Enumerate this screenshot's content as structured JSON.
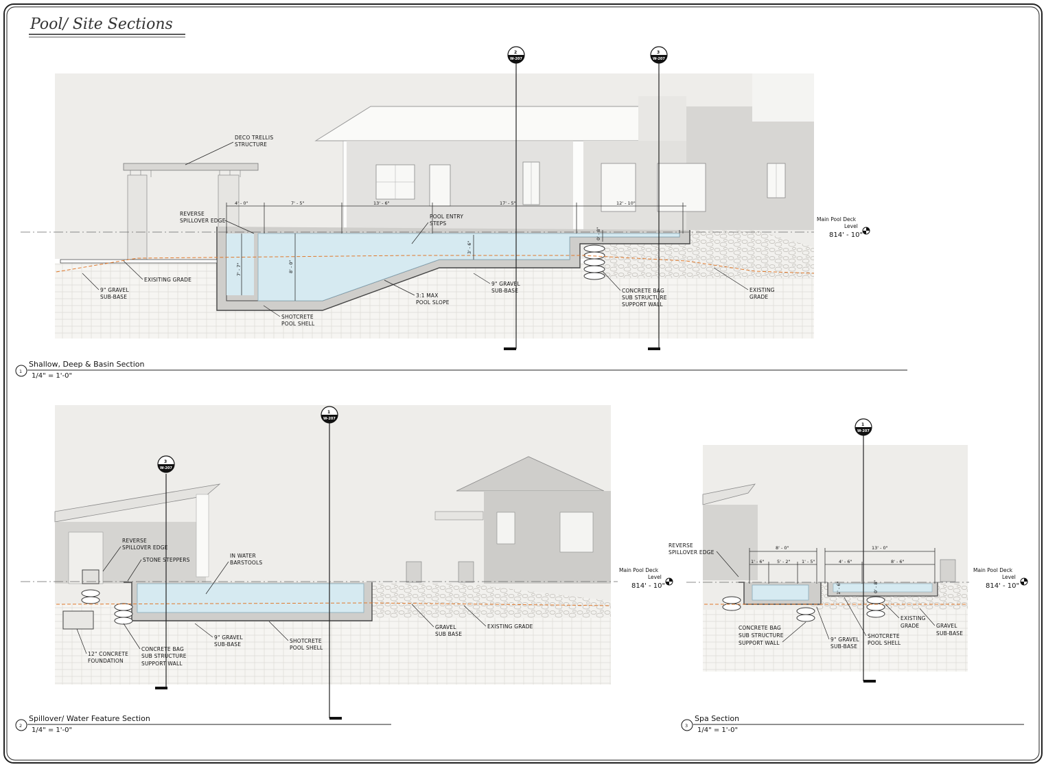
{
  "sheet_title": "Pool/ Site Sections",
  "sections": [
    {
      "number": "1",
      "title": "Shallow, Deep & Basin Section",
      "scale": "1/4\" = 1'-0\"",
      "labels": {
        "deco_trellis_1": "DECO TRELLIS",
        "deco_trellis_2": "STRUCTURE",
        "reverse_1": "REVERSE",
        "reverse_2": "SPILLOVER EDGE",
        "pool_entry_1": "POOL ENTRY",
        "pool_entry_2": "STEPS",
        "existing_grade": "EXISITING GRADE",
        "gravel_1": "9\" GRAVEL",
        "gravel_2": "SUB-BASE",
        "shotcrete_1": "SHOTCRETE",
        "shotcrete_2": "POOL SHELL",
        "slope_1": "3:1 MAX",
        "slope_2": "POOL SLOPE",
        "gravel_b1": "9\" GRAVEL",
        "gravel_b2": "SUB-BASE",
        "bag_1": "CONCRETE BAG",
        "bag_2": "SUB STRUCTURE",
        "bag_3": "SUPPORT WALL",
        "exgrade_1": "EXISTING",
        "exgrade_2": "GRADE"
      },
      "dimensions": {
        "d1": "4' - 0\"",
        "d2": "7' - 5\"",
        "d3": "13' - 6\"",
        "d4": "17' - 5\"",
        "d5": "12' - 10\"",
        "v1": "8' - 0\"",
        "v2": "7' - 7\"",
        "v3": "3' - 6\"",
        "v4": "0' - 8\""
      },
      "level": {
        "line1": "Main Pool Deck",
        "line2": "Level",
        "value": "814' - 10\""
      },
      "markers": [
        {
          "top": "2",
          "bottom": "W-207"
        },
        {
          "top": "3",
          "bottom": "W-207"
        }
      ]
    },
    {
      "number": "2",
      "title": "Spillover/ Water Feature Section",
      "scale": "1/4\" = 1'-0\"",
      "labels": {
        "reverse_1": "REVERSE",
        "reverse_2": "SPILLOVER EDGE",
        "stone": "STONE STEPPERS",
        "barstools_1": "IN WATER",
        "barstools_2": "BARSTOOLS",
        "found_1": "12\" CONCRETE",
        "found_2": "FOUNDATION",
        "bag_1": "CONCRETE BAG",
        "bag_2": "SUB STRUCTURE",
        "bag_3": "SUPPORT WALL",
        "gravel_1": "9\" GRAVEL",
        "gravel_2": "SUB-BASE",
        "shotcrete_1": "SHOTCRETE",
        "shotcrete_2": "POOL SHELL",
        "gsub_1": "GRAVEL",
        "gsub_2": "SUB BASE",
        "exgrade": "EXISTING GRADE"
      },
      "level": {
        "line1": "Main Pool Deck",
        "line2": "Level",
        "value": "814' - 10\""
      },
      "markers": [
        {
          "top": "1",
          "bottom": "W-207"
        },
        {
          "top": "3",
          "bottom": "W-207"
        }
      ]
    },
    {
      "number": "3",
      "title": "Spa Section",
      "scale": "1/4\" = 1'-0\"",
      "labels": {
        "reverse_1": "REVERSE",
        "reverse_2": "SPILLOVER EDGE",
        "bag_1": "CONCRETE BAG",
        "bag_2": "SUB STRUCTURE",
        "bag_3": "SUPPORT WALL",
        "gravel_1": "9\" GRAVEL",
        "gravel_2": "SUB-BASE",
        "shotcrete_1": "SHOTCRETE",
        "shotcrete_2": "POOL SHELL",
        "exgrade_1": "EXISTING",
        "exgrade_2": "GRADE",
        "gsub_1": "GRAVEL",
        "gsub_2": "SUB-BASE"
      },
      "dimensions": {
        "d1": "8' - 0\"",
        "d2": "13' - 0\"",
        "d3": "1' - 6\"",
        "d4": "5' - 2\"",
        "d5": "1' - 5\"",
        "d6": "4' - 6\"",
        "d7": "8' - 6\"",
        "v1": "1' - 6\"",
        "v2": "0' - 8\""
      },
      "level": {
        "line1": "Main Pool Deck",
        "line2": "Level",
        "value": "814' - 10\""
      },
      "markers": [
        {
          "top": "1",
          "bottom": "W-207"
        }
      ]
    }
  ]
}
